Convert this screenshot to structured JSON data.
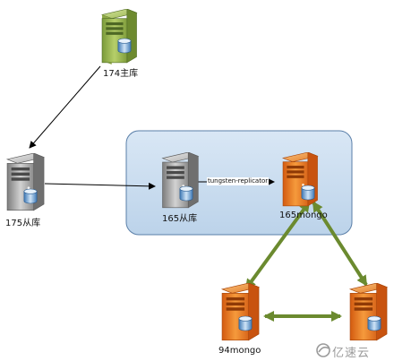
{
  "nodes": {
    "master_174": {
      "label": "174主库",
      "type": "server",
      "color": "green"
    },
    "slave_175": {
      "label": "175从库",
      "type": "server",
      "color": "gray"
    },
    "slave_165": {
      "label": "165从库",
      "type": "server",
      "color": "gray"
    },
    "mongo_165": {
      "label": "165mongo",
      "type": "server",
      "color": "orange"
    },
    "mongo_94": {
      "label": "94mongo",
      "type": "server",
      "color": "orange"
    },
    "mongo_right": {
      "label": "",
      "type": "server",
      "color": "orange"
    }
  },
  "edges": {
    "replicator": {
      "label": "tungsten-replicator"
    }
  },
  "colors": {
    "group_fill": "#c9dcef",
    "group_stroke": "#5a7fa8",
    "mongo_link": "#6b8a2f",
    "arrow": "#000000"
  },
  "watermark": {
    "text": "亿速云"
  }
}
